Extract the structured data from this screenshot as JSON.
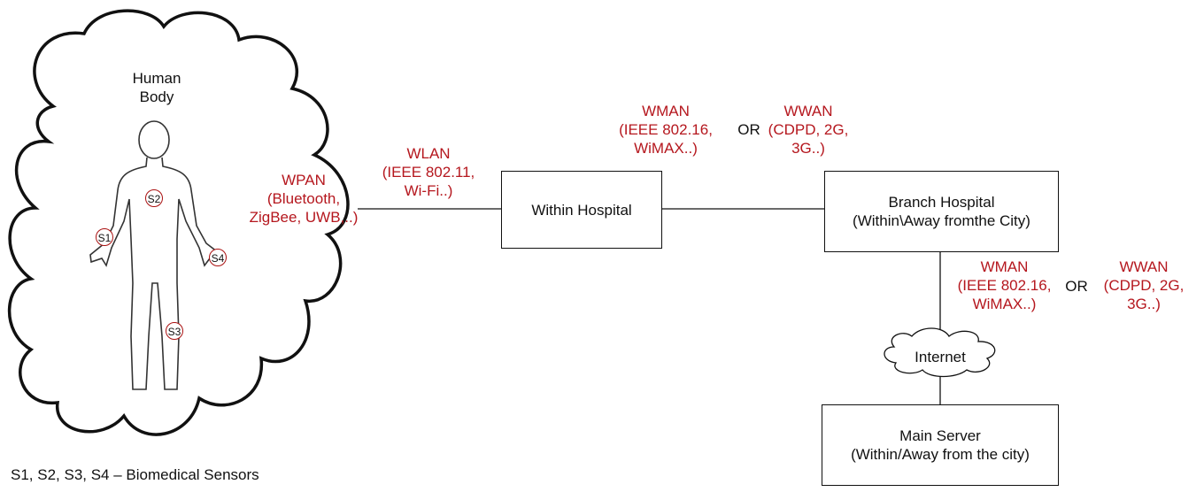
{
  "body_label": [
    "Human",
    "Body"
  ],
  "sensors": [
    "S1",
    "S2",
    "S3",
    "S4"
  ],
  "legend": "S1, S2, S3, S4 – Biomedical Sensors",
  "wpan": [
    "WPAN",
    "(Bluetooth,",
    "ZigBee, UWB,..)"
  ],
  "wlan": [
    "WLAN",
    "(IEEE 802.11,",
    "Wi-Fi..)"
  ],
  "wman_top": [
    "WMAN",
    "(IEEE 802.16,",
    "WiMAX..)"
  ],
  "or_top": "OR",
  "wwan_top": [
    "WWAN",
    "(CDPD, 2G,",
    "3G..)"
  ],
  "wman_bottom": [
    "WMAN",
    "(IEEE 802.16,",
    "WiMAX..)"
  ],
  "or_bottom": "OR",
  "wwan_bottom": [
    "WWAN",
    "(CDPD, 2G,",
    "3G..)"
  ],
  "within_hospital": "Within Hospital",
  "branch_hospital": [
    "Branch Hospital",
    "(Within\\Away fromthe City)"
  ],
  "internet": "Internet",
  "main_server": [
    "Main Server",
    "(Within/Away from the city)"
  ],
  "colors": {
    "protocol_text": "#b5171e",
    "lines": "#111111",
    "sensor_ring": "#a11111"
  }
}
